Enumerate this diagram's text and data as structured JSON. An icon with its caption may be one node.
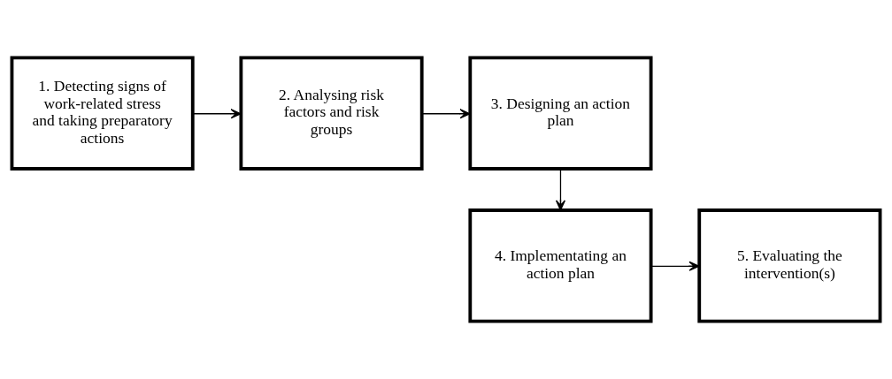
{
  "diagram": {
    "nodes": [
      {
        "text": [
          "1. Detecting signs of work-related stress and taking preparatory actions"
        ]
      },
      {
        "text": [
          "2. Analysing risk factors and risk groups"
        ]
      },
      {
        "text": [
          "3. Designing an action plan"
        ]
      },
      {
        "text": [
          "4. Implementating an action plan"
        ]
      },
      {
        "text": [
          "5. Evaluating the intervention(s)"
        ]
      }
    ],
    "edges": [
      {
        "from": 0,
        "to": 1,
        "arrow": "to"
      },
      {
        "from": 1,
        "to": 2,
        "arrow": "to"
      },
      {
        "from": 2,
        "to": 3,
        "arrow": "to"
      },
      {
        "from": 3,
        "to": 4,
        "arrow": "to"
      }
    ]
  }
}
